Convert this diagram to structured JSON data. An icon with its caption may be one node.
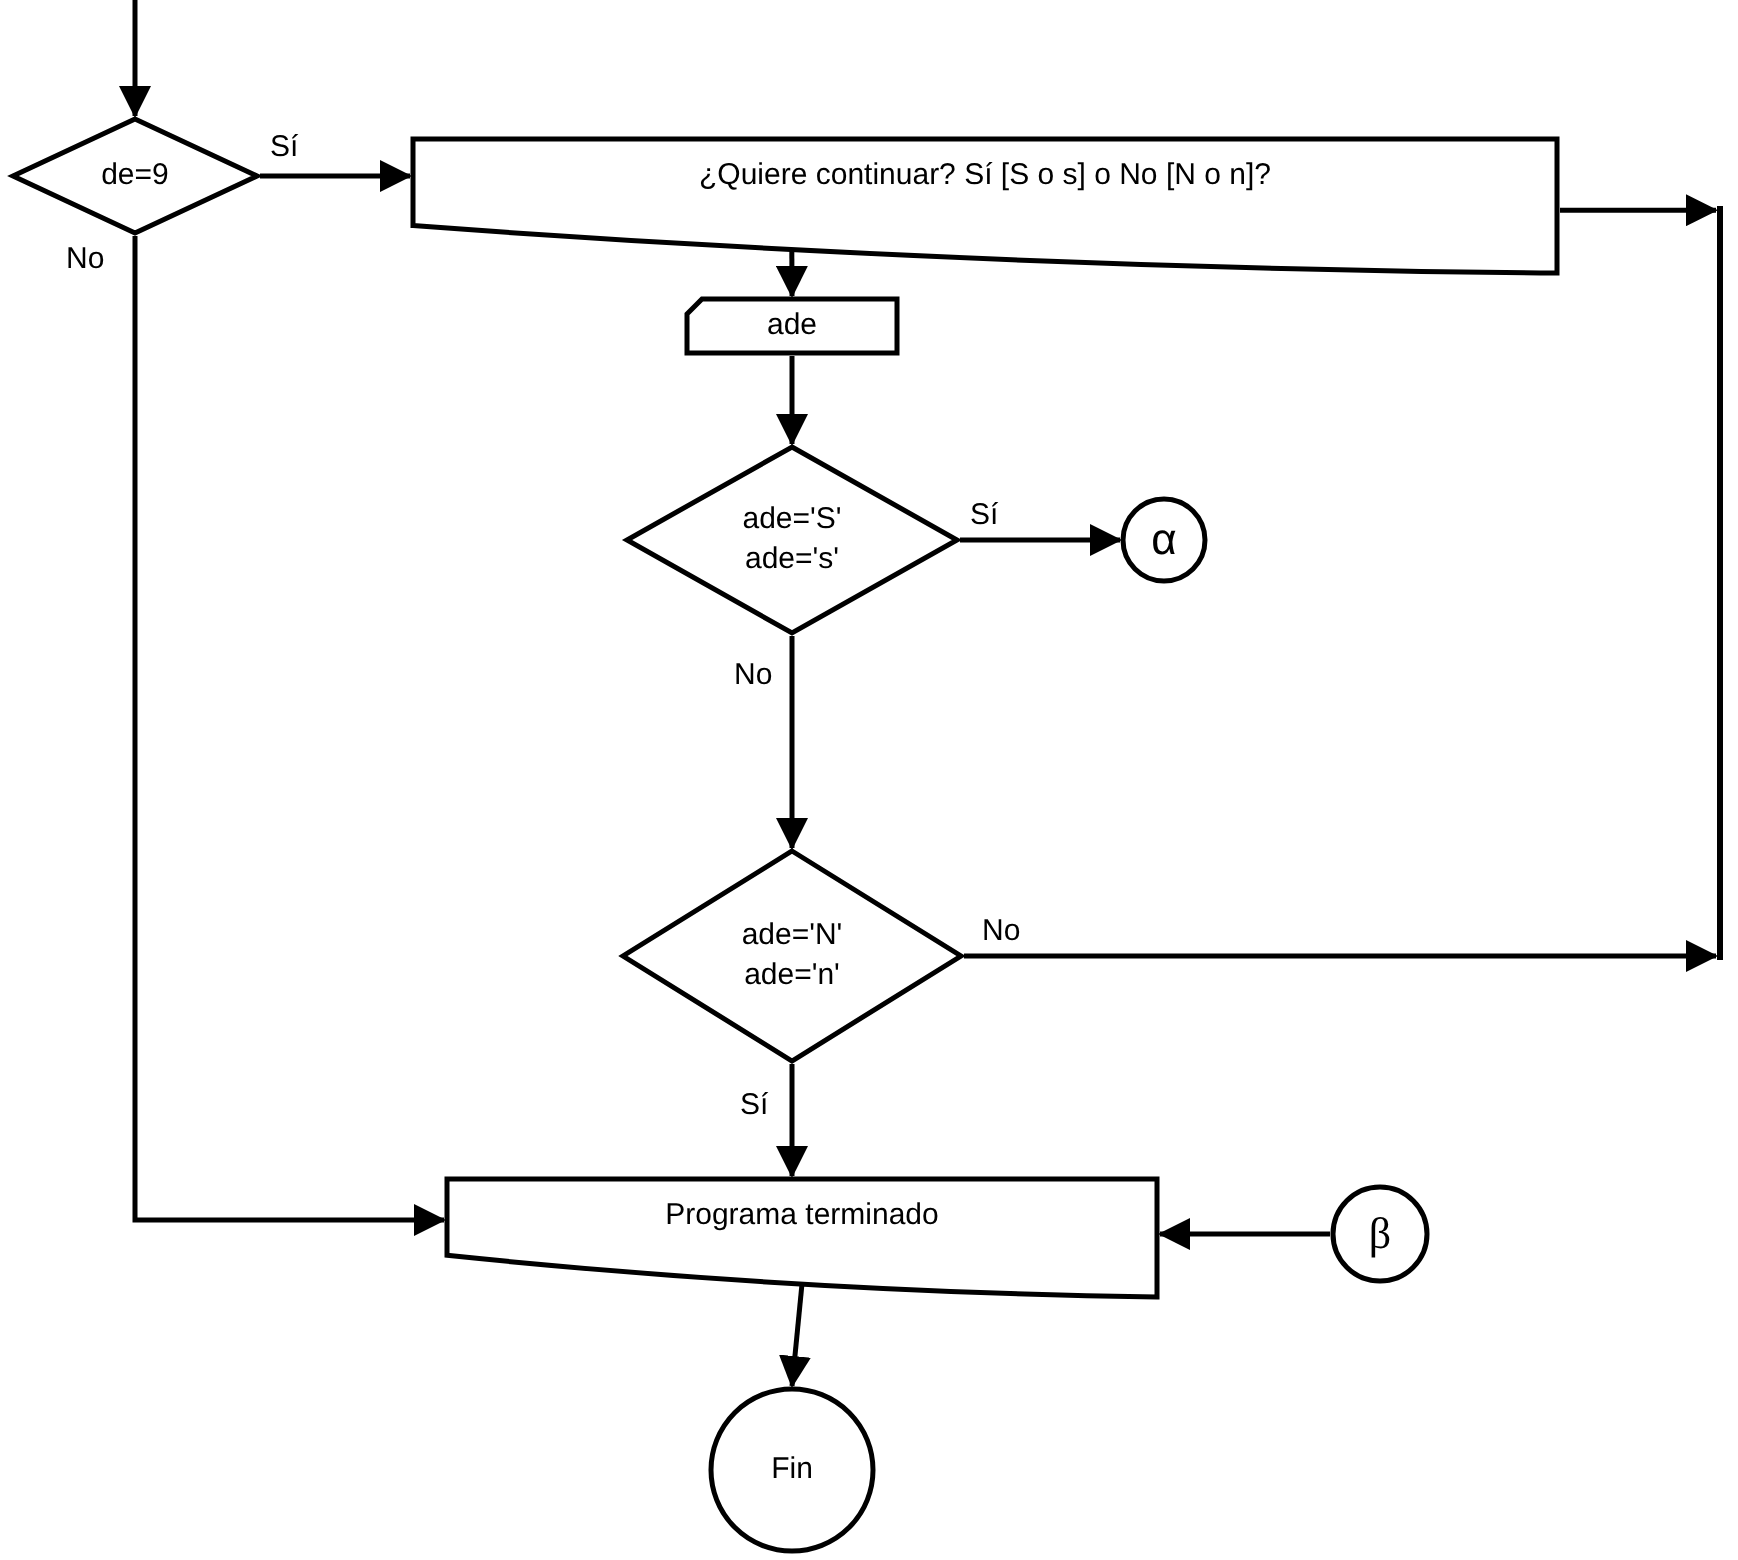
{
  "diagram": {
    "nodes": [
      {
        "text": [
          "de=9"
        ]
      },
      {
        "text": [
          "¿Quiere continuar? Sí [S o s] o No [N o n]?"
        ]
      },
      {
        "text": [
          "ade"
        ]
      },
      {
        "text": [
          "ade='S'",
          "ade='s'"
        ]
      },
      {
        "text": [
          "α"
        ]
      },
      {
        "text": [
          "ade='N'",
          "ade='n'"
        ]
      },
      {
        "text": [
          "Programa terminado"
        ]
      },
      {
        "text": [
          "β"
        ]
      },
      {
        "text": [
          "Fin"
        ]
      }
    ],
    "edges": [
      {
        "from": null,
        "to": 0,
        "arrow": "to"
      },
      {
        "from": 0,
        "to": 1,
        "arrow": "to",
        "label": "Sí"
      },
      {
        "from": 0,
        "to": 6,
        "arrow": "to",
        "label": "No"
      },
      {
        "from": 1,
        "to": 2,
        "arrow": "to"
      },
      {
        "from": 2,
        "to": 3,
        "arrow": "to"
      },
      {
        "from": 3,
        "to": 4,
        "arrow": "to",
        "label": "Sí"
      },
      {
        "from": 3,
        "to": 5,
        "arrow": "to",
        "label": "No"
      },
      {
        "from": 1,
        "to": null,
        "arrow": "to"
      },
      {
        "from": 5,
        "to": null,
        "arrow": "to",
        "label": "No"
      },
      {
        "from": 5,
        "to": 6,
        "arrow": "to",
        "label": "Sí"
      },
      {
        "from": 7,
        "to": 6,
        "arrow": "to"
      },
      {
        "from": 6,
        "to": 8,
        "arrow": "to"
      }
    ]
  }
}
